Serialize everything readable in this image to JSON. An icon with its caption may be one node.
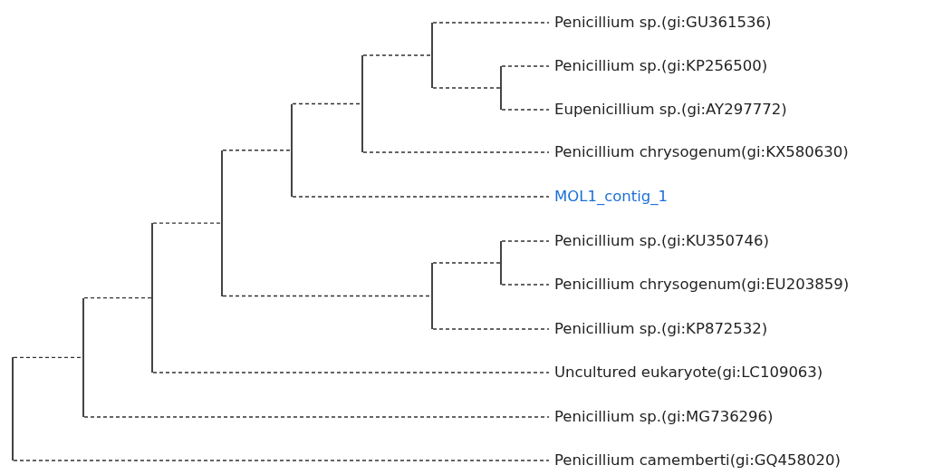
{
  "diagram": {
    "nodes": [
      {
        "text": [
          "Penicillium sp.(gi:GU361536)"
        ]
      },
      {
        "text": [
          "Penicillium sp.(gi:KP256500)"
        ]
      },
      {
        "text": [
          "Eupenicillium sp.(gi:AY297772)"
        ]
      },
      {
        "text": [
          "Penicillium chrysogenum(gi:KX580630)"
        ]
      },
      {
        "text": [
          "MOL1_contig_1"
        ]
      },
      {
        "text": [
          "Penicillium sp.(gi:KU350746)"
        ]
      },
      {
        "text": [
          "Penicillium chrysogenum(gi:EU203859)"
        ]
      },
      {
        "text": [
          "Penicillium sp.(gi:KP872532)"
        ]
      },
      {
        "text": [
          "Uncultured eukaryote(gi:LC109063)"
        ]
      },
      {
        "text": [
          "Penicillium sp.(gi:MG736296)"
        ]
      },
      {
        "text": [
          "Penicillium camemberti(gi:GQ458020)"
        ]
      },
      {
        "text": [],
        "shape": "bar"
      },
      {
        "text": [],
        "shape": "bar"
      },
      {
        "text": [],
        "shape": "bar"
      },
      {
        "text": [],
        "shape": "bar"
      },
      {
        "text": [],
        "shape": "bar"
      },
      {
        "text": [],
        "shape": "bar"
      },
      {
        "text": [],
        "shape": "bar"
      },
      {
        "text": [],
        "shape": "bar"
      },
      {
        "text": [],
        "shape": "bar"
      },
      {
        "text": [],
        "shape": "bar"
      }
    ],
    "edges": [
      {
        "from": 11,
        "to": 12,
        "arrow": "none",
        "style": "dashed"
      },
      {
        "from": 11,
        "to": 10,
        "arrow": "none",
        "style": "dashed"
      },
      {
        "from": 12,
        "to": 13,
        "arrow": "none",
        "style": "dashed"
      },
      {
        "from": 12,
        "to": 9,
        "arrow": "none",
        "style": "dashed"
      },
      {
        "from": 13,
        "to": 14,
        "arrow": "none",
        "style": "dashed"
      },
      {
        "from": 13,
        "to": 8,
        "arrow": "none",
        "style": "dashed"
      },
      {
        "from": 14,
        "to": 15,
        "arrow": "none",
        "style": "dashed"
      },
      {
        "from": 14,
        "to": 18,
        "arrow": "none",
        "style": "dashed"
      },
      {
        "from": 15,
        "to": 16,
        "arrow": "none",
        "style": "dashed"
      },
      {
        "from": 15,
        "to": 4,
        "arrow": "none",
        "style": "dashed"
      },
      {
        "from": 16,
        "to": 17,
        "arrow": "none",
        "style": "dashed"
      },
      {
        "from": 16,
        "to": 3,
        "arrow": "none",
        "style": "dashed"
      },
      {
        "from": 17,
        "to": 0,
        "arrow": "none",
        "style": "dashed"
      },
      {
        "from": 17,
        "to": 19,
        "arrow": "none",
        "style": "dashed"
      },
      {
        "from": 19,
        "to": 1,
        "arrow": "none",
        "style": "dashed"
      },
      {
        "from": 19,
        "to": 2,
        "arrow": "none",
        "style": "dashed"
      },
      {
        "from": 18,
        "to": 20,
        "arrow": "none",
        "style": "dashed"
      },
      {
        "from": 18,
        "to": 7,
        "arrow": "none",
        "style": "dashed"
      },
      {
        "from": 20,
        "to": 5,
        "arrow": "none",
        "style": "dashed"
      },
      {
        "from": 20,
        "to": 6,
        "arrow": "none",
        "style": "dashed"
      }
    ]
  }
}
